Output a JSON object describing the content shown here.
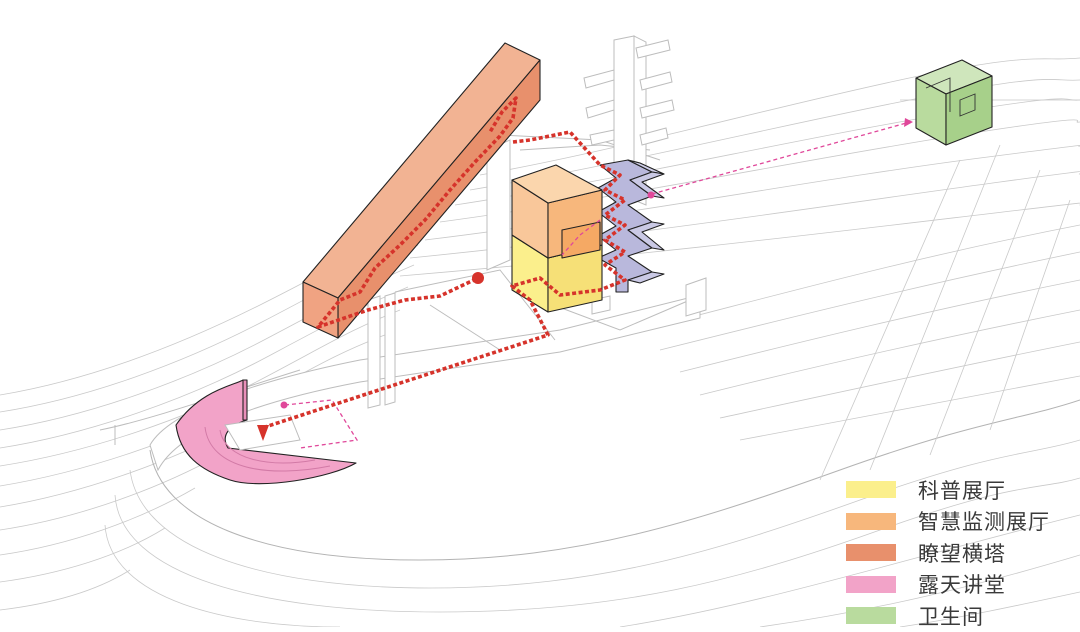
{
  "legend": {
    "items": [
      {
        "label": "科普展厅",
        "color": "#fbef8c"
      },
      {
        "label": "智慧监测展厅",
        "color": "#f7b77c"
      },
      {
        "label": "瞭望横塔",
        "color": "#e8906c"
      },
      {
        "label": "露天讲堂",
        "color": "#f2a3c8"
      },
      {
        "label": "卫生间",
        "color": "#b9db9e"
      }
    ]
  },
  "colors": {
    "route": "#d6332b",
    "secondary_route": "#e0489a",
    "stair": "#b9b8dc",
    "contours": "#c9c9c9"
  }
}
